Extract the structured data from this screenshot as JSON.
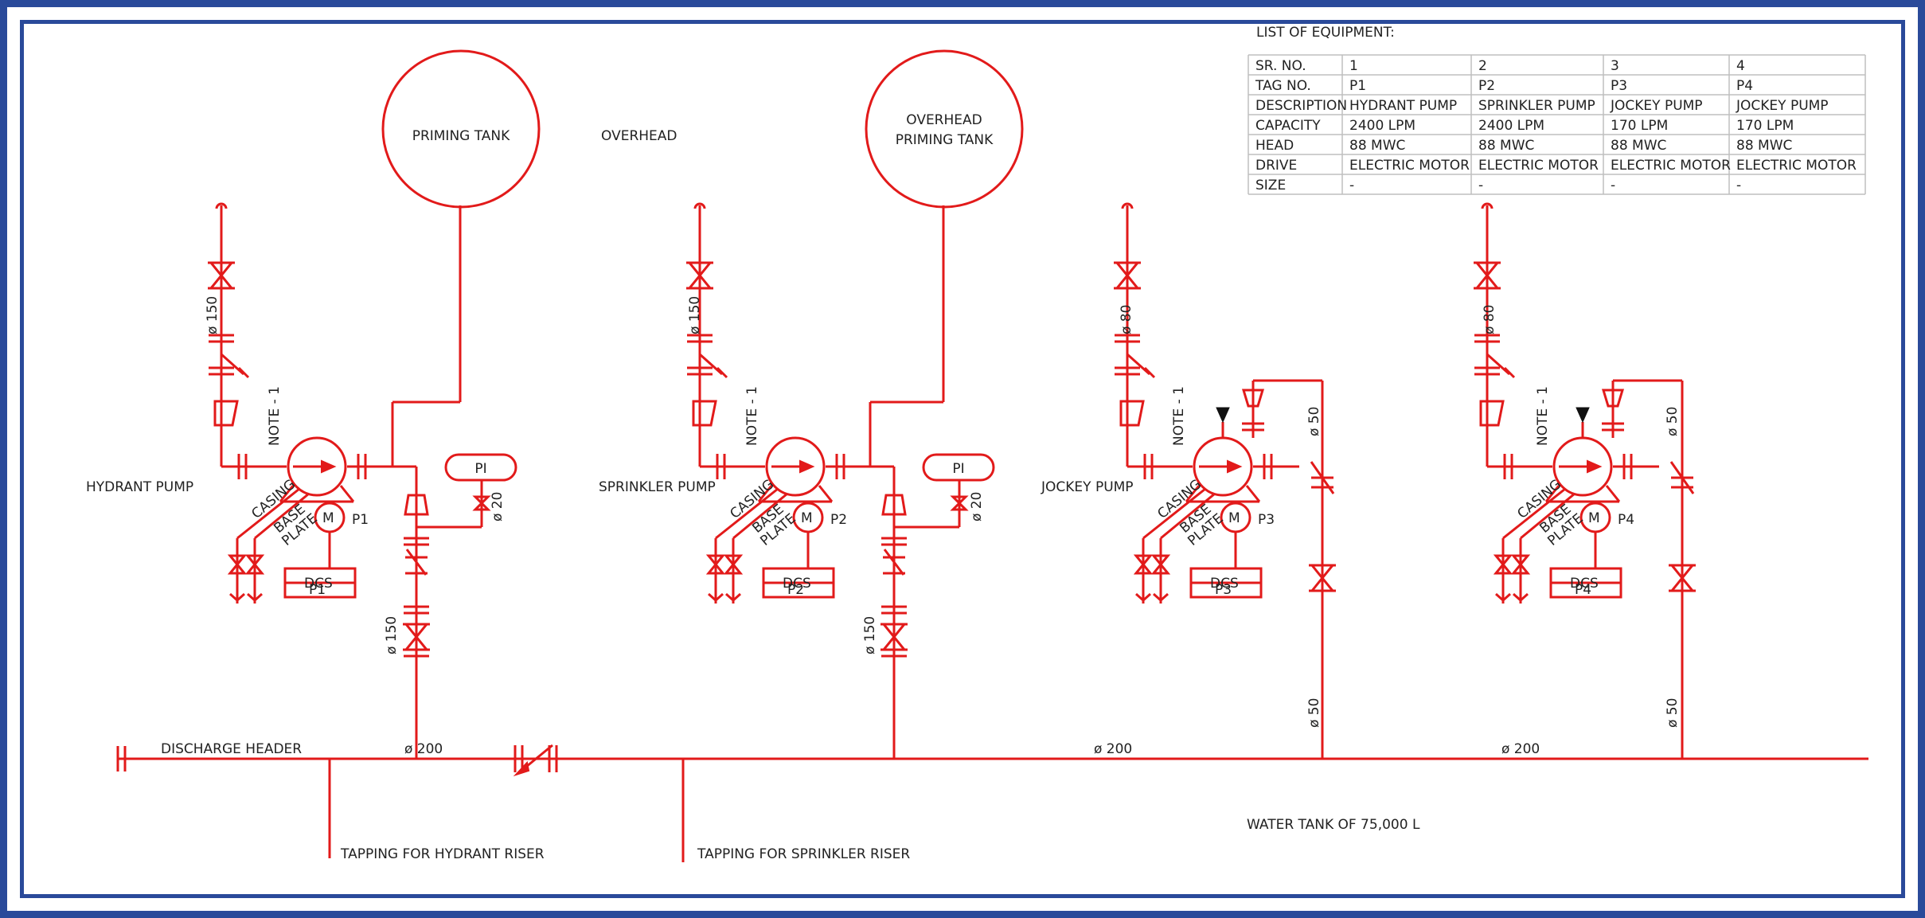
{
  "pumps": [
    {
      "name": "HYDRANT PUMP",
      "tag": "P1",
      "dcs": "DCS",
      "suction": "ø 150",
      "note": "NOTE - 1",
      "discharge": "ø 150",
      "pi": "PI",
      "pi_size": "ø 20",
      "tank": "PRIMING TANK"
    },
    {
      "name": "SPRINKLER PUMP",
      "tag": "P2",
      "dcs": "DCS",
      "suction": "ø 150",
      "note": "NOTE - 1",
      "discharge": "ø 150",
      "pi": "PI",
      "pi_size": "ø 20",
      "tank_line1": "OVERHEAD",
      "tank_line2": "PRIMING TANK"
    },
    {
      "name": "JOCKEY PUMP",
      "tag": "P3",
      "dcs": "DCS",
      "suction": "ø 80",
      "note": "NOTE - 1",
      "discharge": "ø 50",
      "discharge2": "ø 50"
    },
    {
      "name": "",
      "tag": "P4",
      "dcs": "DCS",
      "suction": "ø 80",
      "note": "NOTE - 1",
      "discharge": "ø 50",
      "discharge2": "ø 50"
    }
  ],
  "common": {
    "motor": "M",
    "casing": "CASING",
    "base": "BASE",
    "plate": "PLATE"
  },
  "overhead_label": "OVERHEAD",
  "header": {
    "label": "DISCHARGE HEADER",
    "size1": "ø 200",
    "size2": "ø 200",
    "size3": "ø 200"
  },
  "tappings": {
    "hydrant": "TAPPING FOR HYDRANT RISER",
    "sprinkler": "TAPPING FOR SPRINKLER RISER"
  },
  "water_tank": "WATER TANK OF 75,000 L",
  "equipment": {
    "title": "LIST OF EQUIPMENT:",
    "rows": [
      [
        "SR. NO.",
        "1",
        "2",
        "3",
        "4"
      ],
      [
        "TAG NO.",
        "P1",
        "P2",
        "P3",
        "P4"
      ],
      [
        "DESCRIPTION",
        "HYDRANT PUMP",
        "SPRINKLER PUMP",
        "JOCKEY PUMP",
        "JOCKEY PUMP"
      ],
      [
        "CAPACITY",
        "2400 LPM",
        "2400 LPM",
        "170 LPM",
        "170 LPM"
      ],
      [
        "HEAD",
        "88 MWC",
        "88 MWC",
        "88 MWC",
        "88 MWC"
      ],
      [
        "DRIVE",
        "ELECTRIC MOTOR",
        "ELECTRIC MOTOR",
        "ELECTRIC MOTOR",
        "ELECTRIC MOTOR"
      ],
      [
        "SIZE",
        "-",
        "-",
        "-",
        "-"
      ]
    ]
  },
  "colors": {
    "line": "#e21a1a",
    "frame": "#2a4a9a",
    "text": "#222222"
  }
}
